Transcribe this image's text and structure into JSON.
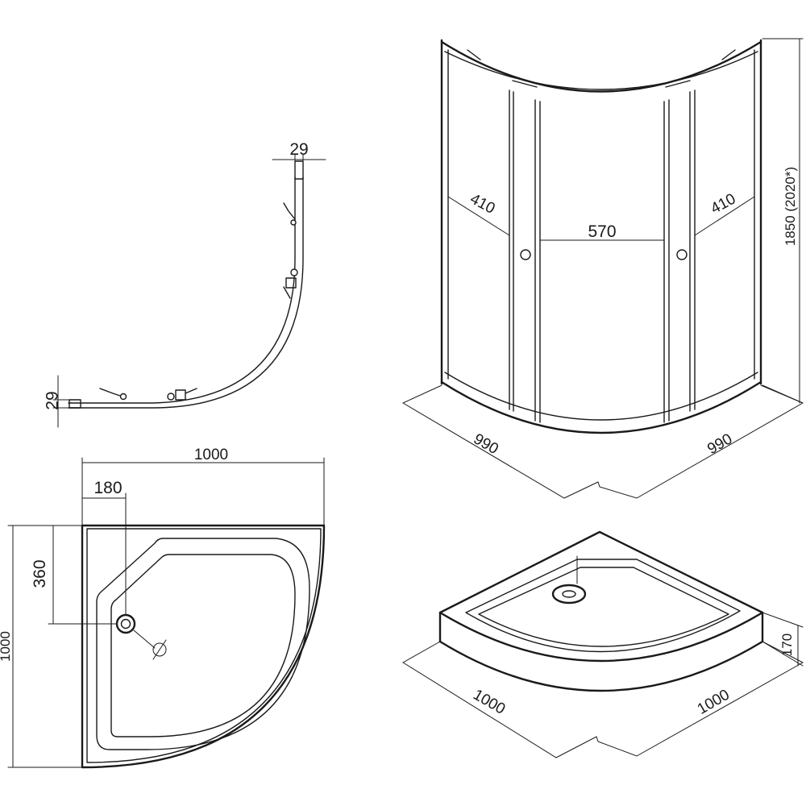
{
  "profile_view": {
    "dim_top_profile": "29",
    "dim_left_profile": "29"
  },
  "enclosure_view": {
    "dim_left_panel": "410",
    "dim_door_opening": "570",
    "dim_right_panel": "410",
    "dim_height": "1850 (2020*)",
    "dim_base_left": "990",
    "dim_base_right": "990"
  },
  "tray_plan_view": {
    "dim_total_width": "1000",
    "dim_drain_offset_x": "180",
    "dim_drain_offset_y": "360",
    "dim_total_depth": "1000",
    "drain_diameter_symbol": "Ø"
  },
  "tray_3d_view": {
    "dim_height": "170",
    "dim_base_left": "1000",
    "dim_base_right": "1000"
  }
}
